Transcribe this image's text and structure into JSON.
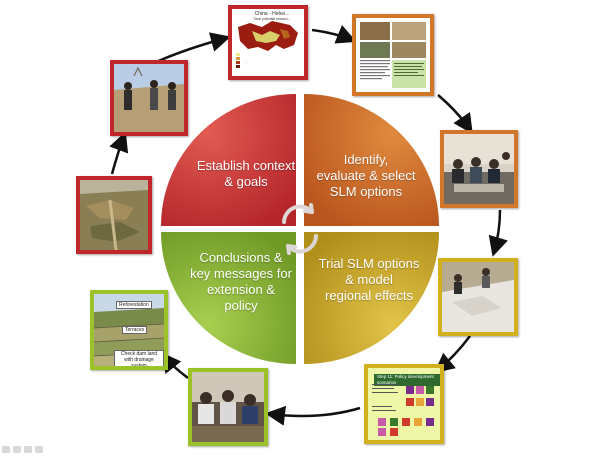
{
  "quadrants": [
    {
      "id": "q1",
      "label": "Establish context\n& goals",
      "color": "#c9383a"
    },
    {
      "id": "q2",
      "label": "Identify,\nevaluate & select\nSLM options",
      "color": "#c96a2a"
    },
    {
      "id": "q3",
      "label": "Trial SLM options\n& model\nregional effects",
      "color": "#c7a92c"
    },
    {
      "id": "q4",
      "label": "Conclusions &\nkey messages for\nextension &\npolicy",
      "color": "#86b23a"
    }
  ],
  "photos": {
    "map_title": "China - Hebei...",
    "map_subtitle": "Total potential erosion...",
    "map_legend": "...",
    "slide_title": "Step 11: Policy development scenarios",
    "terrace_labels": [
      "Reforestation",
      "Terraces",
      "Check dam land\nwith drainage system"
    ]
  },
  "colors": {
    "red": "#c0262c",
    "orange": "#d2772a",
    "yellow": "#d2b01e",
    "green": "#9cc22a",
    "arrow": "#111111"
  },
  "icons": [
    "cycle-arrows-icon",
    "toolbar-icons"
  ]
}
